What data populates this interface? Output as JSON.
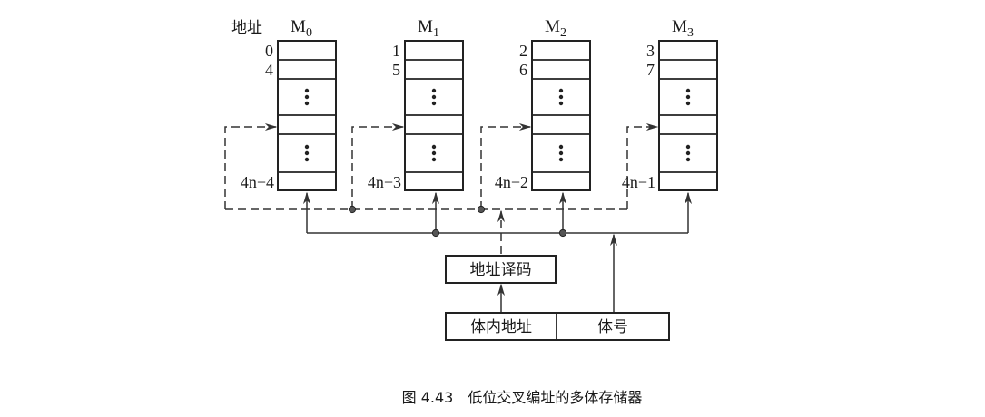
{
  "diagram": {
    "address_header": "地址",
    "modules": [
      {
        "name": "M",
        "sub": "0",
        "addresses": [
          "0",
          "4"
        ],
        "last_address": "4n−4"
      },
      {
        "name": "M",
        "sub": "1",
        "addresses": [
          "1",
          "5"
        ],
        "last_address": "4n−3"
      },
      {
        "name": "M",
        "sub": "2",
        "addresses": [
          "2",
          "6"
        ],
        "last_address": "4n−2"
      },
      {
        "name": "M",
        "sub": "3",
        "addresses": [
          "3",
          "7"
        ],
        "last_address": "4n−1"
      }
    ],
    "ellipsis": "⋮",
    "decoder_label": "地址译码",
    "register": {
      "inner_address": "体内地址",
      "module_number": "体号"
    },
    "caption": "图 4.43　低位交叉编址的多体存储器"
  }
}
